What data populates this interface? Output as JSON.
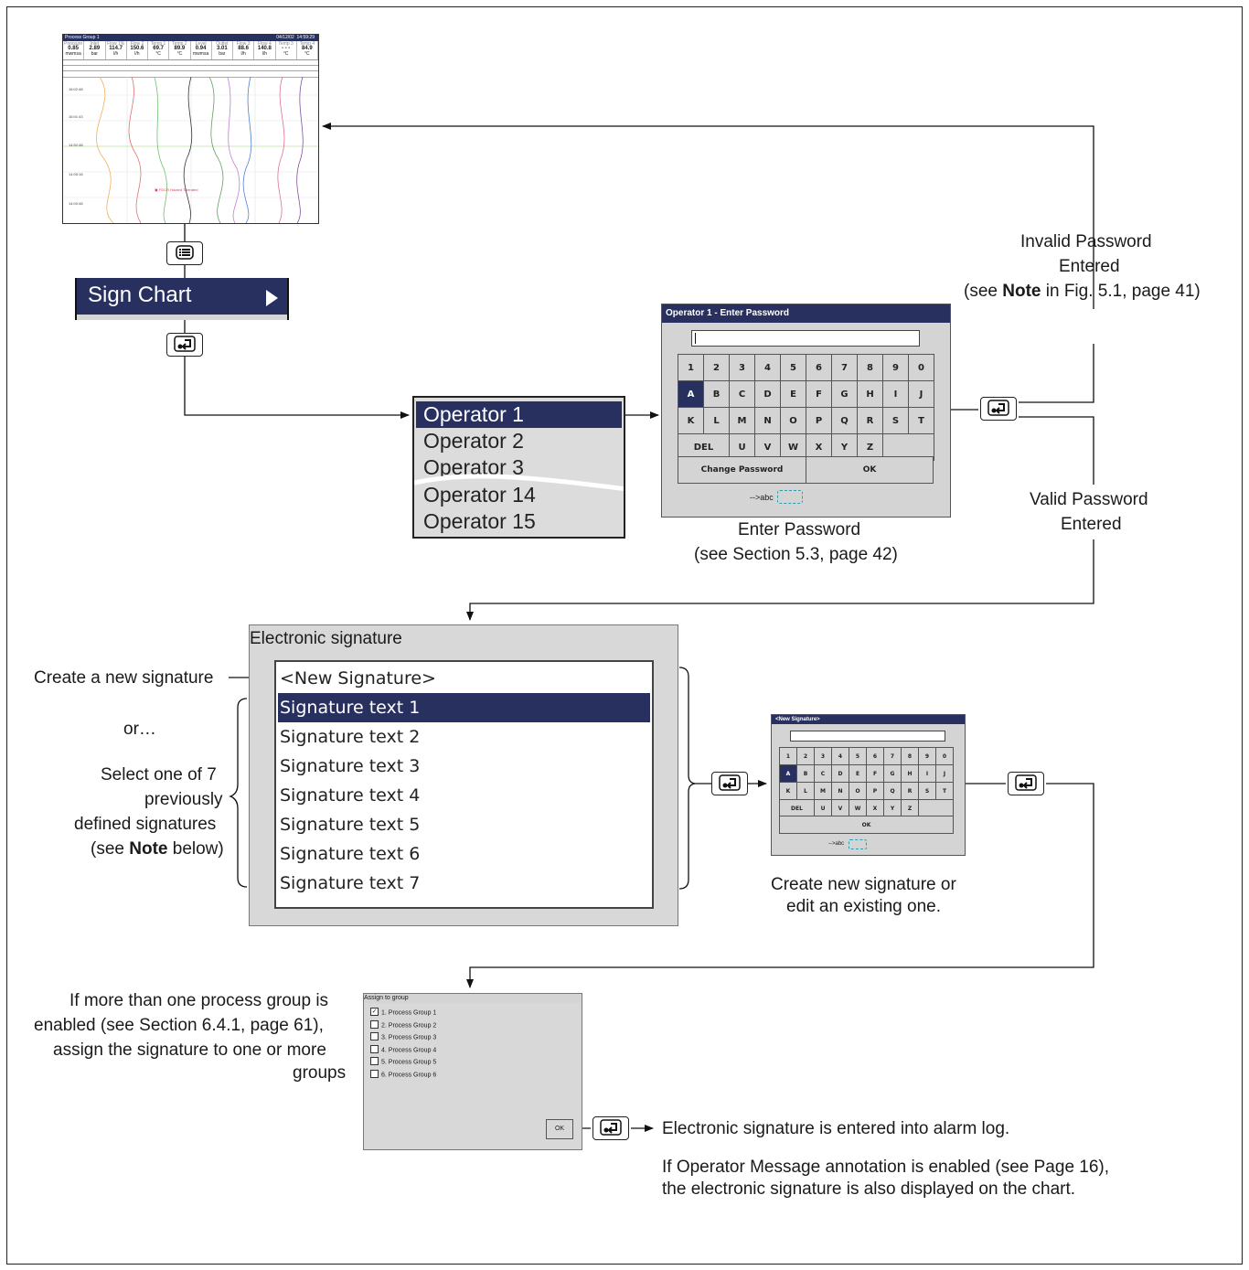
{
  "chart_thumb": {
    "title": "Process Group 1",
    "date": "04/12/02",
    "time": "14:59:29",
    "channels": [
      {
        "name": "Pressure",
        "value": "0.85",
        "unit": "mwmsa"
      },
      {
        "name": "Inlet",
        "value": "2.89",
        "unit": "bar"
      },
      {
        "name": "Flow 1%",
        "value": "114.7",
        "unit": "l/h"
      },
      {
        "name": "Flow 2",
        "value": "150.6",
        "unit": "l/h"
      },
      {
        "name": "Temp 1",
        "value": "69.7",
        "unit": "°C"
      },
      {
        "name": "Temp 2",
        "value": "89.9",
        "unit": "°C"
      },
      {
        "name": "Level",
        "value": "0.94",
        "unit": "mwmsa"
      },
      {
        "name": "Outlet",
        "value": "3.01",
        "unit": "bar"
      },
      {
        "name": "Flow 3",
        "value": "88.6",
        "unit": "l/h"
      },
      {
        "name": "Flow 4",
        "value": "140.8",
        "unit": "l/h"
      },
      {
        "name": "Temp 3",
        "value": "- - -",
        "unit": "°C"
      },
      {
        "name": "Temp 4",
        "value": "84.9",
        "unit": "°C"
      }
    ],
    "times": [
      "16:02:48",
      "16:01:43",
      "14:52:48",
      "14:05:18",
      "14:00:48"
    ],
    "annotation": "FDCR Hazard Tolerated"
  },
  "menu": {
    "sign_chart_label": "Sign Chart"
  },
  "operators": [
    "Operator 1",
    "Operator 2",
    "Operator 3",
    "Operator 14",
    "Operator 15"
  ],
  "password_dialog": {
    "title": "Operator 1 - Enter Password",
    "row1": [
      "1",
      "2",
      "3",
      "4",
      "5",
      "6",
      "7",
      "8",
      "9",
      "0"
    ],
    "row2": [
      "A",
      "B",
      "C",
      "D",
      "E",
      "F",
      "G",
      "H",
      "I",
      "J"
    ],
    "row3": [
      "K",
      "L",
      "M",
      "N",
      "O",
      "P",
      "Q",
      "R",
      "S",
      "T"
    ],
    "row4": [
      "DEL",
      "U",
      "V",
      "W",
      "X",
      "Y",
      "Z"
    ],
    "change_password": "Change Password",
    "ok": "OK",
    "mode": "-->abc"
  },
  "captions": {
    "enter_password": "Enter Password",
    "enter_password_ref": "(see Section 5.3, page 42)",
    "invalid_1": "Invalid Password",
    "invalid_2": "Entered",
    "invalid_3a": "(see ",
    "invalid_3b": "Note",
    "invalid_3c": " in Fig. 5.1, page 41)",
    "valid_1": "Valid Password",
    "valid_2": "Entered",
    "create_new": "Create a new signature",
    "or": "or…",
    "select_1": "Select one of 7",
    "select_2": "previously",
    "select_3": "defined signatures",
    "select_4a": "(see ",
    "select_4b": "Note",
    "select_4c": " below)",
    "create_edit_1": "Create new signature or",
    "create_edit_2": "edit an existing one.",
    "group_1": "If more than one process group is",
    "group_2": "enabled (see Section 6.4.1, page 61),",
    "group_3": "assign the signature to one or more",
    "group_4": "groups",
    "log_1": "Electronic signature is entered into alarm log.",
    "log_2": "If Operator Message annotation is enabled (see Page 16),",
    "log_3": "the electronic signature is also displayed on the chart."
  },
  "esig_dialog": {
    "title": "Electronic signature",
    "items": [
      "<New Signature>",
      "Signature text 1",
      "Signature text 2",
      "Signature text 3",
      "Signature text 4",
      "Signature text 5",
      "Signature text 6",
      "Signature text 7"
    ]
  },
  "newsig_dialog": {
    "title": "<New Signature>",
    "row1": [
      "1",
      "2",
      "3",
      "4",
      "5",
      "6",
      "7",
      "8",
      "9",
      "0"
    ],
    "row2": [
      "A",
      "B",
      "C",
      "D",
      "E",
      "F",
      "G",
      "H",
      "I",
      "J"
    ],
    "row3": [
      "K",
      "L",
      "M",
      "N",
      "O",
      "P",
      "Q",
      "R",
      "S",
      "T"
    ],
    "row4": [
      "DEL",
      "U",
      "V",
      "W",
      "X",
      "Y",
      "Z"
    ],
    "ok": "OK",
    "mode": "-->abc"
  },
  "assign_dialog": {
    "title": "Assign to group",
    "groups": [
      "1. Process Group 1",
      "2. Process Group 2",
      "3. Process Group 3",
      "4. Process Group 4",
      "5. Process Group 5",
      "6. Process Group 6"
    ],
    "checked": [
      true,
      false,
      false,
      false,
      false,
      false
    ],
    "ok": "OK"
  }
}
